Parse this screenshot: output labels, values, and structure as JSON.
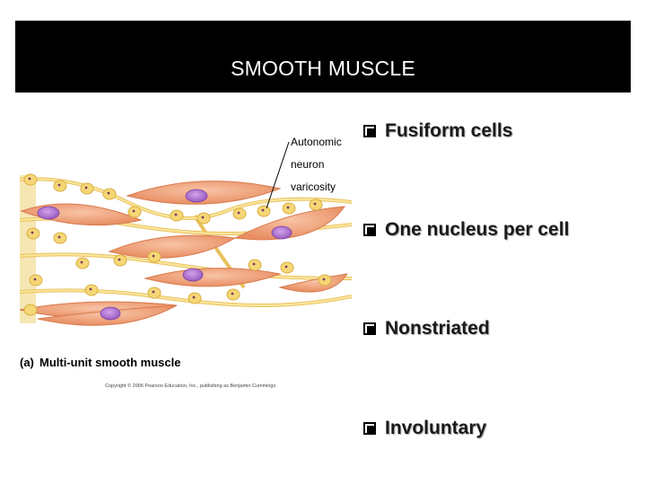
{
  "slide": {
    "title": "SMOOTH MUSCLE"
  },
  "figure": {
    "callout": [
      "Autonomic",
      "neuron",
      "varicosity"
    ],
    "panel_letter": "(a)",
    "caption": "Multi-unit smooth muscle",
    "copyright": "Copyright © 2006 Pearson Education, Inc., publishing as Benjamin Cummings",
    "colors": {
      "cell": "#f3a37d",
      "nucleus": "#b27ad1",
      "nerve": "#f5d776"
    }
  },
  "bullets": [
    {
      "text": "Fusiform cells"
    },
    {
      "text": "One nucleus per cell"
    },
    {
      "text": "Nonstriated"
    },
    {
      "text": "Involuntary"
    }
  ]
}
